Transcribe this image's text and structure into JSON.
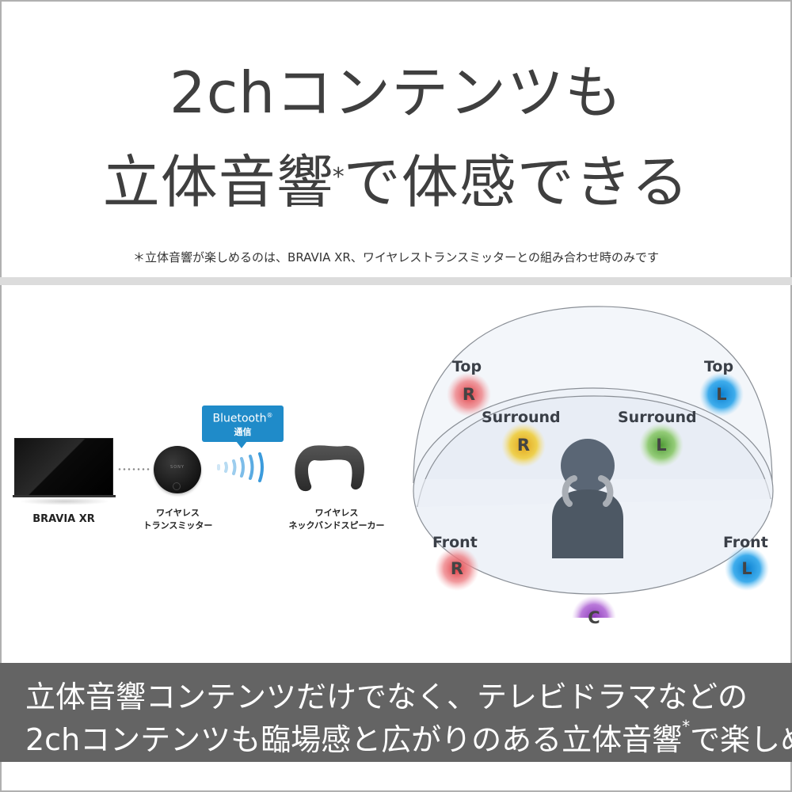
{
  "headline": {
    "line1": "2chコンテンツも",
    "line2_a": "立体音響",
    "line2_mark": "*",
    "line2_b": "で体感できる"
  },
  "footnote": "＊立体音響が楽しめるのは、BRAVIA XR、ワイヤレストランスミッターとの組み合わせ時のみです",
  "devices": {
    "tv": {
      "label": "BRAVIA XR"
    },
    "transmitter": {
      "brand": "SONY",
      "label_line1": "ワイヤレス",
      "label_line2": "トランスミッター"
    },
    "bluetooth": {
      "label": "Bluetooth",
      "reg_mark": "®",
      "sub_label": "通信",
      "color": "#1f8bc9"
    },
    "neckband": {
      "label_line1": "ワイヤレス",
      "label_line2": "ネックバンドスピーカー"
    }
  },
  "diagram": {
    "speakers": [
      {
        "id": "top-r",
        "position": "Top",
        "channel": "R",
        "color": "#e05a5e"
      },
      {
        "id": "top-l",
        "position": "Top",
        "channel": "L",
        "color": "#1a9be0"
      },
      {
        "id": "surround-r",
        "position": "Surround",
        "channel": "R",
        "color": "#e9c230"
      },
      {
        "id": "surround-l",
        "position": "Surround",
        "channel": "L",
        "color": "#7cc25a"
      },
      {
        "id": "front-r",
        "position": "Front",
        "channel": "R",
        "color": "#e05a5e"
      },
      {
        "id": "front-l",
        "position": "Front",
        "channel": "L",
        "color": "#1a9be0"
      },
      {
        "id": "center",
        "position": "",
        "channel": "C",
        "color": "#a45bc9"
      }
    ],
    "listener_color": "#535e6b"
  },
  "banner": {
    "line1": "立体音響コンテンツだけでなく、テレビドラマなどの",
    "line2_a": "2chコンテンツも臨場感と広がりのある立体音響",
    "line2_mark": "*",
    "line2_b": "で楽しめる",
    "background": "#646464"
  }
}
